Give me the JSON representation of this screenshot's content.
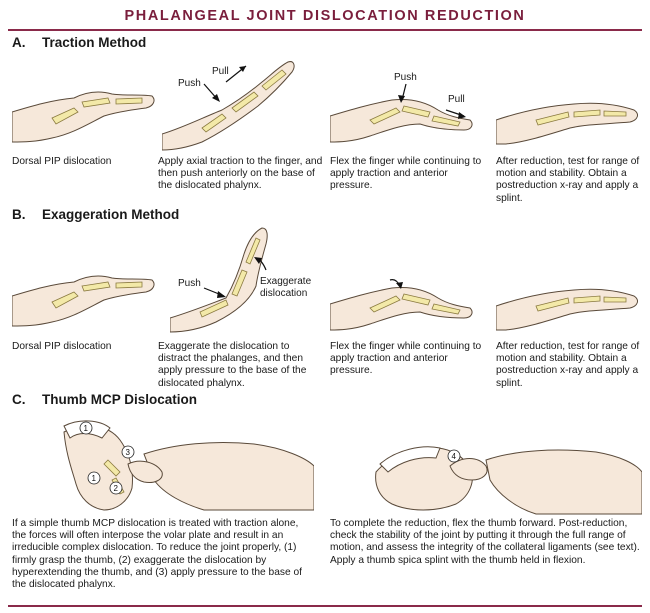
{
  "title": "PHALANGEAL JOINT DISLOCATION REDUCTION",
  "sections": {
    "a": {
      "letter": "A.",
      "name": "Traction Method",
      "labels": {
        "pull_1": "Pull",
        "push_1": "Push",
        "push_2": "Push",
        "pull_2": "Pull"
      },
      "captions": [
        "Dorsal PIP dislocation",
        "Apply axial traction to the finger, and then push anteriorly on the base of the dislocated phalynx.",
        "Flex the finger while continuing to apply traction and anterior pressure.",
        "After reduction, test for range of motion and stability. Obtain a postreduction x-ray and apply a splint."
      ]
    },
    "b": {
      "letter": "B.",
      "name": "Exaggeration Method",
      "labels": {
        "push": "Push",
        "exaggerate_1": "Exaggerate",
        "exaggerate_2": "dislocation"
      },
      "captions": [
        "Dorsal PIP dislocation",
        "Exaggerate the dislocation to distract the phalanges, and then apply pressure to the base of the dislocated phalynx.",
        "Flex the finger while continuing to apply traction and anterior pressure.",
        "After reduction, test for range of motion and stability. Obtain a postreduction x-ray and apply a splint."
      ]
    },
    "c": {
      "letter": "C.",
      "name": "Thumb MCP Dislocation",
      "markers": {
        "one": "1",
        "two": "2",
        "three": "3",
        "four": "4"
      },
      "captions": [
        "If a simple thumb MCP dislocation is treated with traction alone, the forces will often interpose the volar plate and result in an irreducible complex dislocation. To reduce the joint properly, (1) firmly grasp the thumb, (2) exaggerate the dislocation by hyperextending the thumb, and (3) apply pressure to the base of the dislocated phalynx.",
        "To complete the reduction, flex the thumb forward. Post-reduction, check the stability of the joint by putting it through the full range of motion, and assess the integrity of the collateral ligaments (see text). Apply a thumb spica splint with the thumb held in flexion."
      ]
    }
  }
}
